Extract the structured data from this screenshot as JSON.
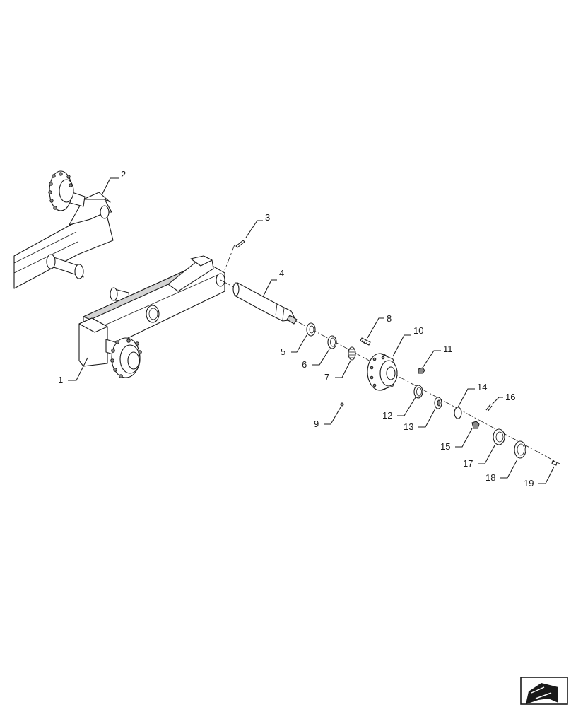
{
  "diagram": {
    "type": "exploded-parts-view",
    "callouts": [
      {
        "id": "c1",
        "text": "1"
      },
      {
        "id": "c2",
        "text": "2"
      },
      {
        "id": "c3",
        "text": "3"
      },
      {
        "id": "c4",
        "text": "4"
      },
      {
        "id": "c5",
        "text": "5"
      },
      {
        "id": "c6",
        "text": "6"
      },
      {
        "id": "c7",
        "text": "7"
      },
      {
        "id": "c8",
        "text": "8"
      },
      {
        "id": "c9",
        "text": "9"
      },
      {
        "id": "c10",
        "text": "10"
      },
      {
        "id": "c11",
        "text": "11"
      },
      {
        "id": "c12",
        "text": "12"
      },
      {
        "id": "c13",
        "text": "13"
      },
      {
        "id": "c14",
        "text": "14"
      },
      {
        "id": "c15",
        "text": "15"
      },
      {
        "id": "c16",
        "text": "16"
      },
      {
        "id": "c17",
        "text": "17"
      },
      {
        "id": "c18",
        "text": "18"
      },
      {
        "id": "c19",
        "text": "19"
      }
    ],
    "nav_icon": "back-arrow-icon"
  }
}
